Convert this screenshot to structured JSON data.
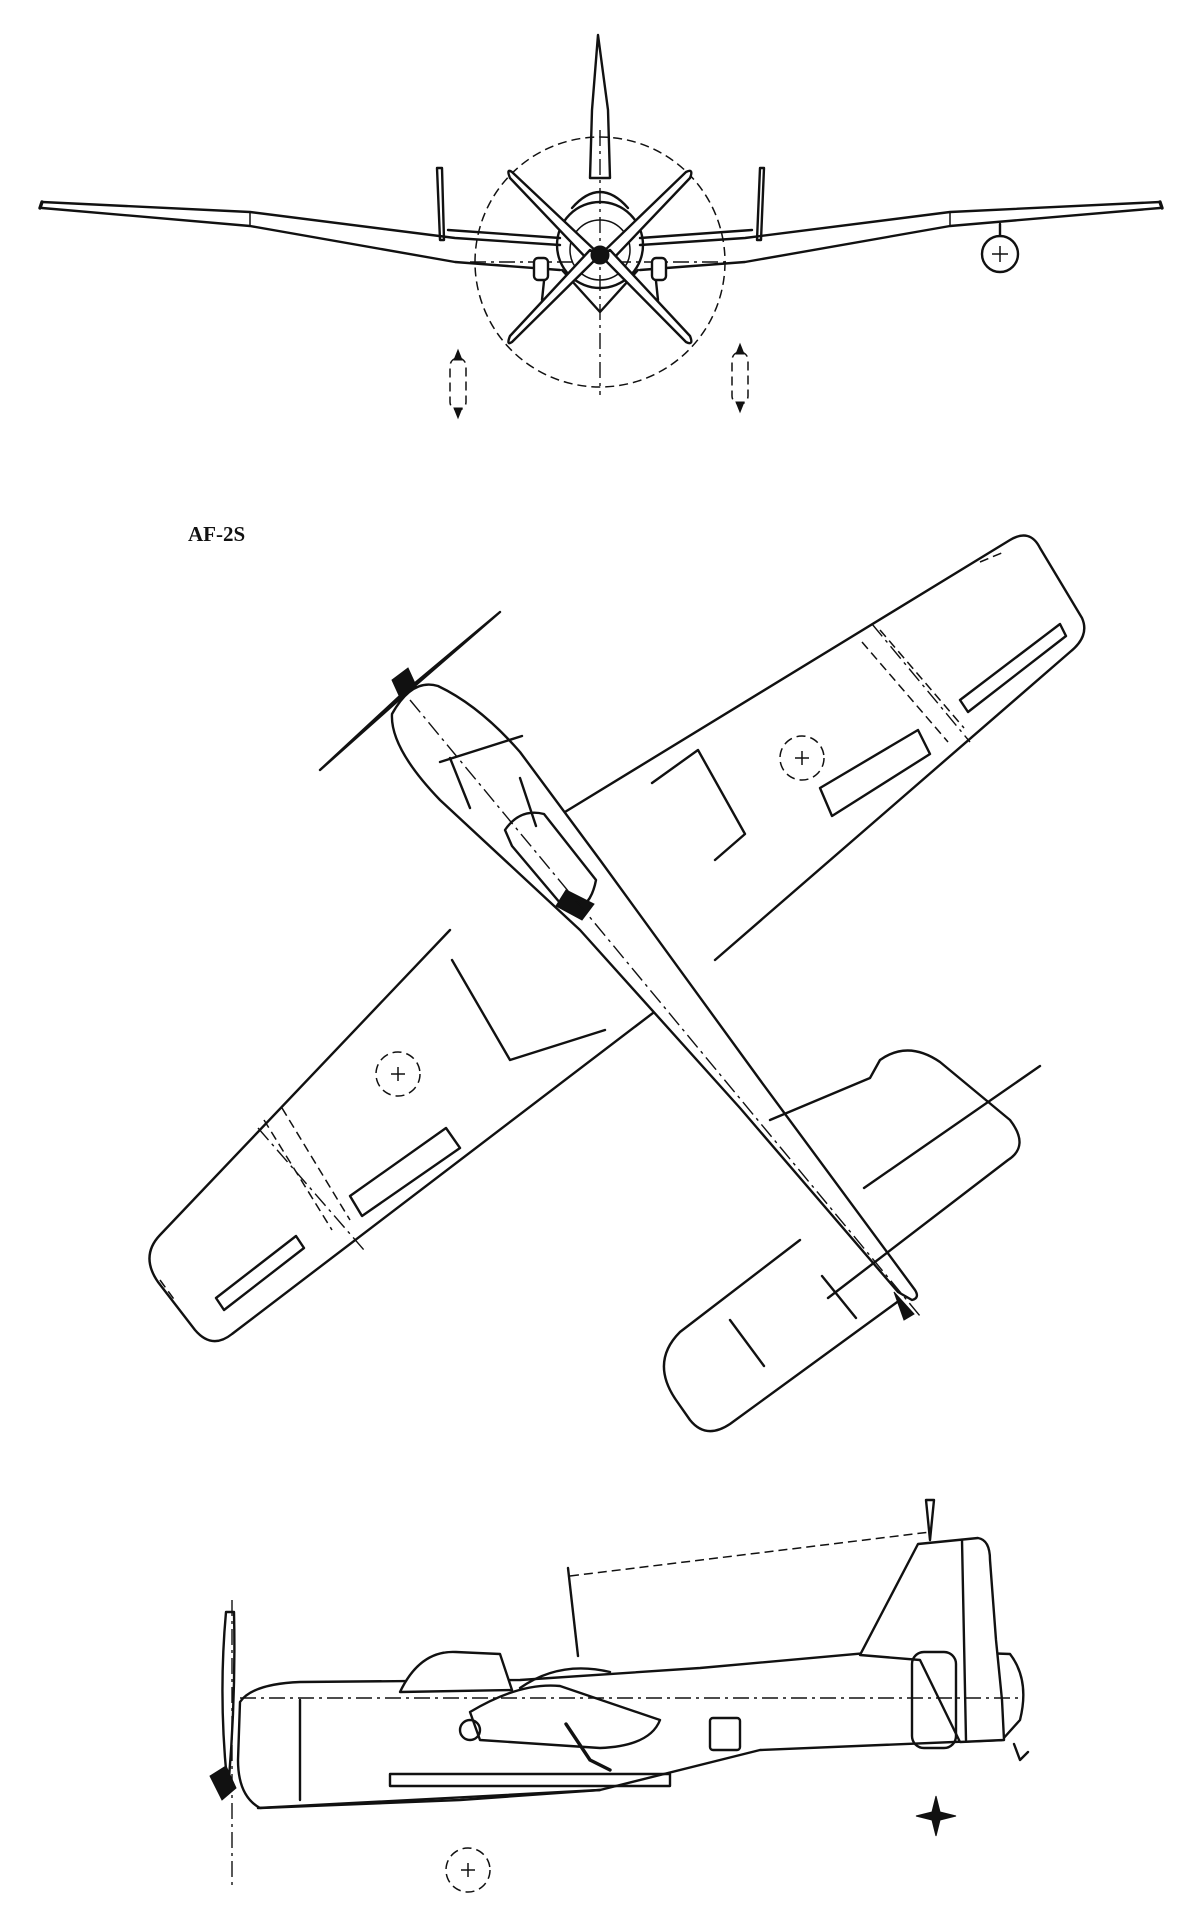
{
  "drawing": {
    "label": "AF-2S",
    "views": [
      "front-view",
      "plan-view",
      "side-view"
    ]
  },
  "colors": {
    "line": "#111111",
    "background": "#ffffff"
  }
}
